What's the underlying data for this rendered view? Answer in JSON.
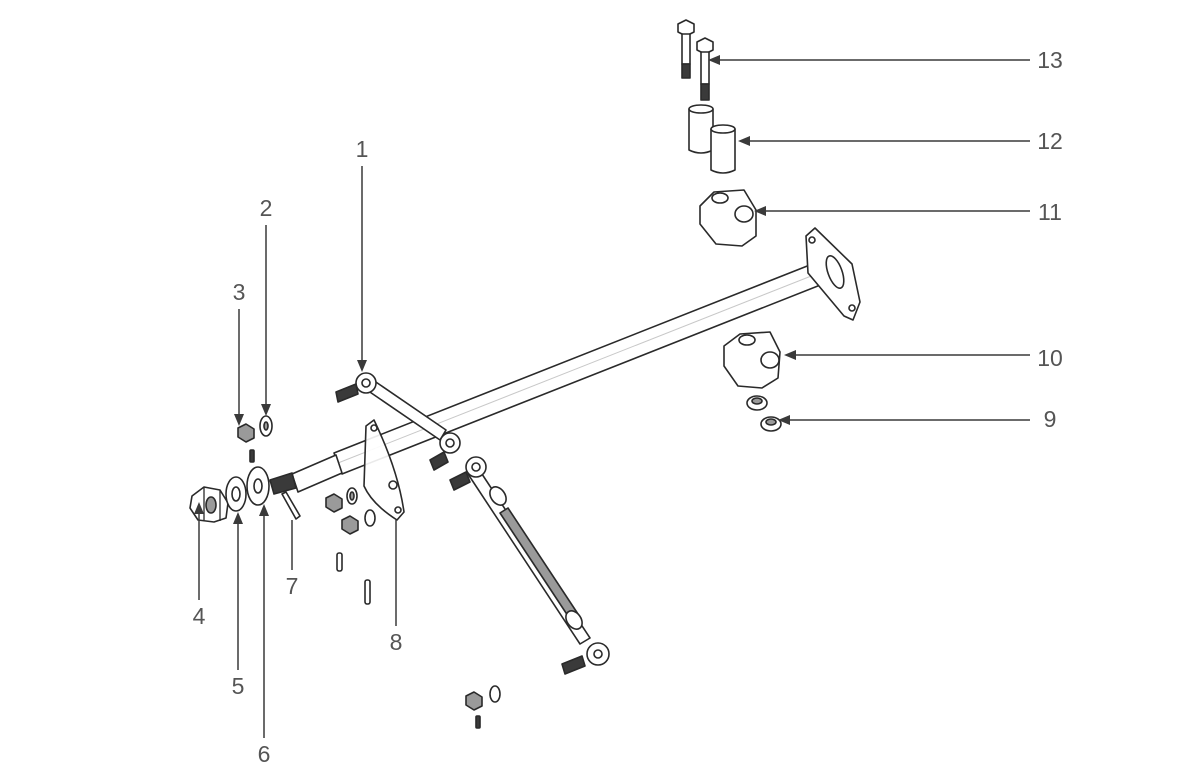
{
  "callouts": [
    {
      "id": "1",
      "text": "1"
    },
    {
      "id": "2",
      "text": "2"
    },
    {
      "id": "3",
      "text": "3"
    },
    {
      "id": "4",
      "text": "4"
    },
    {
      "id": "5",
      "text": "5"
    },
    {
      "id": "6",
      "text": "6"
    },
    {
      "id": "7",
      "text": "7"
    },
    {
      "id": "8",
      "text": "8"
    },
    {
      "id": "9",
      "text": "9"
    },
    {
      "id": "10",
      "text": "10"
    },
    {
      "id": "11",
      "text": "11"
    },
    {
      "id": "12",
      "text": "12"
    },
    {
      "id": "13",
      "text": "13"
    }
  ],
  "colors": {
    "line": "#2a2a2a",
    "label": "#555555",
    "background": "#ffffff"
  }
}
